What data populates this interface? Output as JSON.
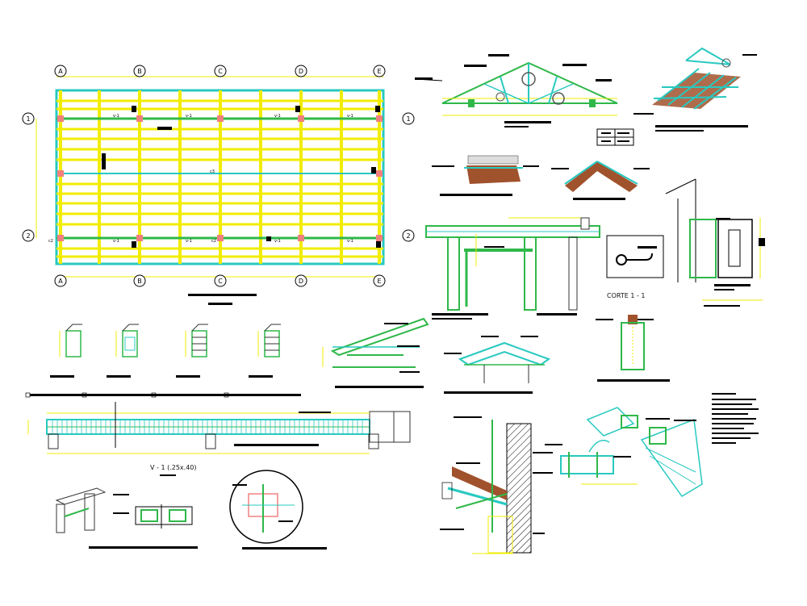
{
  "plan": {
    "column_letters": [
      "A",
      "B",
      "C",
      "D",
      "E"
    ],
    "row_numbers": [
      "1",
      "2"
    ],
    "beam_tags_top": [
      "v-1",
      "v-1",
      "v-1",
      "v-1"
    ],
    "beam_tags_bottom": [
      "v-1",
      "v-1",
      "v-1",
      "v-1"
    ],
    "column_tags": [
      "c2",
      "c3",
      "c2"
    ]
  },
  "labels": {
    "corte": "CORTE 1 - 1",
    "beam": "V - 1 (.25x.40)"
  },
  "colors": {
    "yellow": "#f2ec00",
    "cyan": "#28c9c0",
    "green": "#2fb84a",
    "brown": "#a0522d",
    "pink": "#f08080",
    "black": "#000000"
  }
}
